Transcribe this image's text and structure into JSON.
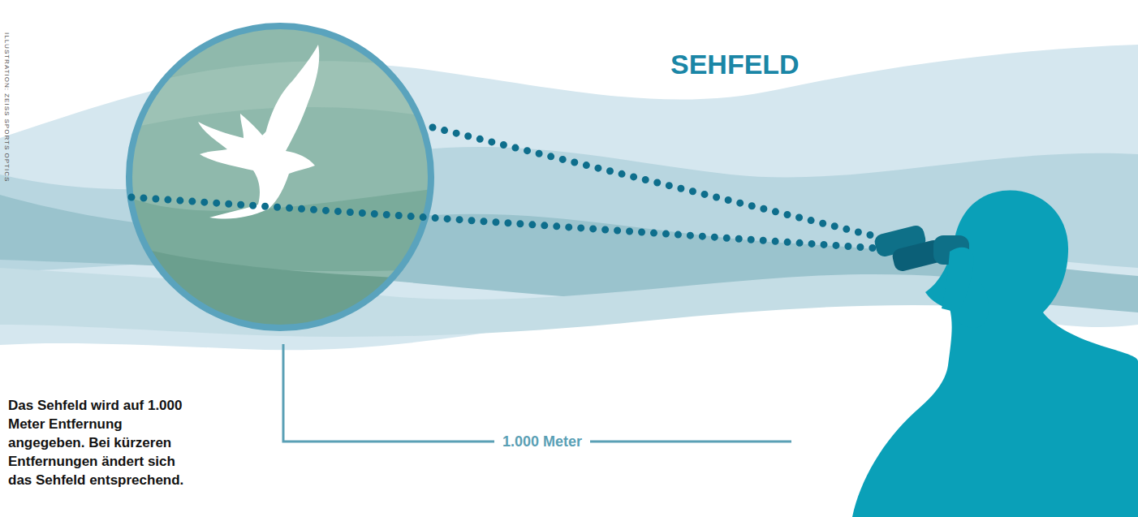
{
  "diagram": {
    "caption": "Das Sehfeld wird auf 1.000 Meter Entfernung angegeben. Bei kürzeren Entfernungen ändert sich das Sehfeld entsprechend.",
    "labels": [
      "SEHFELD",
      "1.000 Meter",
      "ILLUSTRATION: ZEISS SPORTS OPTICS"
    ]
  }
}
